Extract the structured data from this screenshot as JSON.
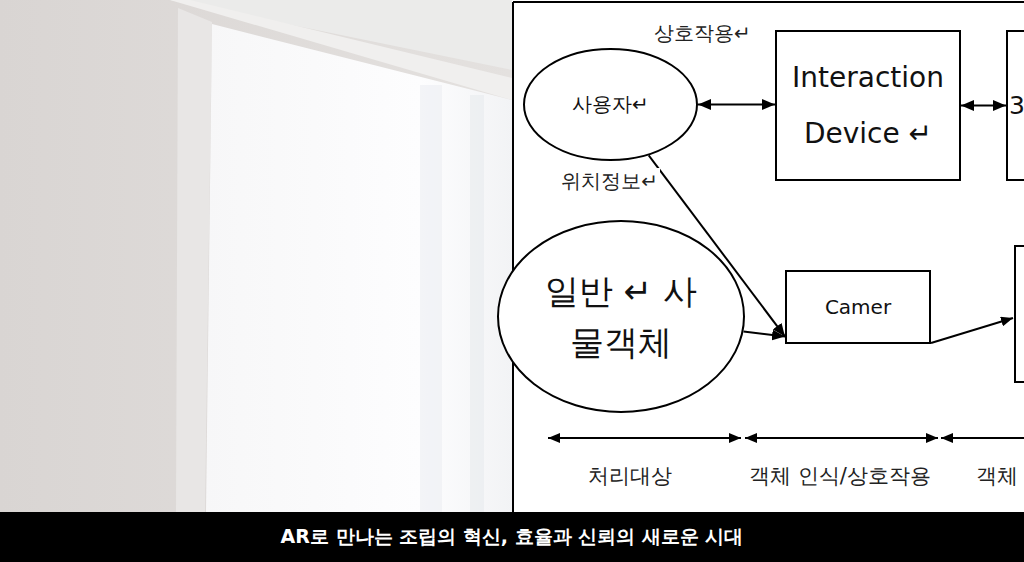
{
  "diagram": {
    "caption": "AR로 만나는 조립의 혁신, 효율과 신뢰의 새로운 시대",
    "nodes": [
      {
        "text": [
          "사용자↵"
        ]
      },
      {
        "text": [
          "Interaction Device ↵"
        ]
      },
      {
        "text": [
          "3"
        ]
      },
      {
        "text": [
          "일반 ↵ 사물객체"
        ]
      },
      {
        "text": [
          "Camer"
        ]
      }
    ],
    "edges": [
      {
        "from": 0,
        "to": 1,
        "arrow": "both"
      },
      {
        "from": 0,
        "to": 4,
        "arrow": "to"
      },
      {
        "from": 1,
        "to": 2,
        "arrow": "both"
      },
      {
        "from": 3,
        "to": 4,
        "arrow": "to"
      }
    ],
    "labels": [
      "상호작용↵",
      "위치정보↵",
      "처리대상",
      "객체 인식/상호작용",
      "객체"
    ]
  }
}
